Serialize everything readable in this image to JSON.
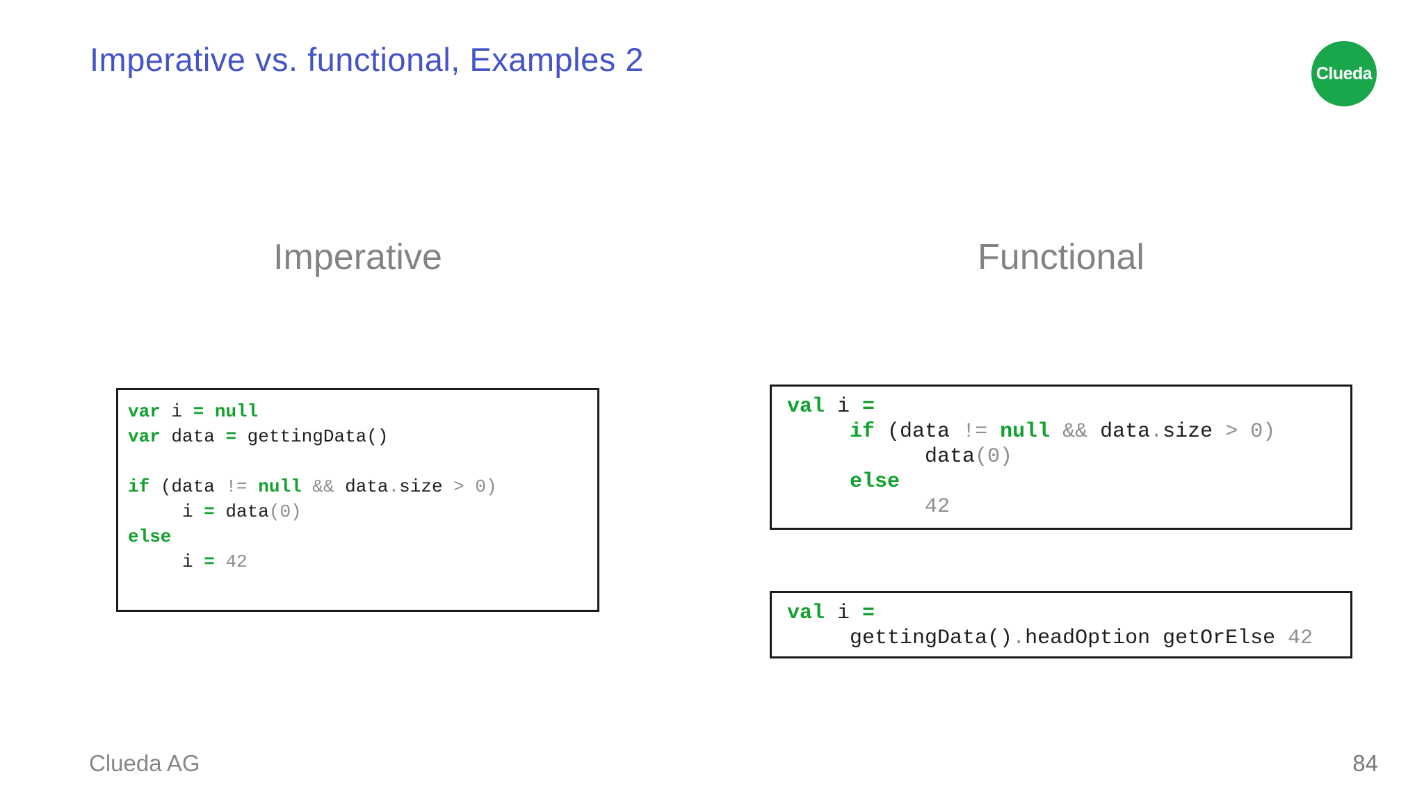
{
  "title": "Imperative vs. functional, Examples 2",
  "logo": {
    "label": "Clueda"
  },
  "colors": {
    "title_blue": "#4454C6",
    "logo_green": "#1AA64B",
    "keyword_green": "#12A12E",
    "operator_gray": "#8E8E8E",
    "code_black": "#1E1E1E",
    "header_gray": "#838383",
    "footer_gray": "#85878A",
    "box_border": "#1b1b1b"
  },
  "columns": [
    {
      "header": "Imperative",
      "boxes": [
        {
          "lines": [
            [
              {
                "c": "k",
                "t": "var"
              },
              {
                "c": "t",
                "t": " i "
              },
              {
                "c": "k",
                "t": "="
              },
              {
                "c": "t",
                "t": " "
              },
              {
                "c": "k",
                "t": "null"
              }
            ],
            [
              {
                "c": "k",
                "t": "var"
              },
              {
                "c": "t",
                "t": " data "
              },
              {
                "c": "k",
                "t": "="
              },
              {
                "c": "t",
                "t": " gettingData()"
              }
            ],
            [],
            [
              {
                "c": "k",
                "t": "if"
              },
              {
                "c": "t",
                "t": " (data "
              },
              {
                "c": "o",
                "t": "!="
              },
              {
                "c": "t",
                "t": " "
              },
              {
                "c": "k",
                "t": "null"
              },
              {
                "c": "t",
                "t": " "
              },
              {
                "c": "o",
                "t": "&&"
              },
              {
                "c": "t",
                "t": " data"
              },
              {
                "c": "o",
                "t": "."
              },
              {
                "c": "t",
                "t": "size "
              },
              {
                "c": "o",
                "t": ">"
              },
              {
                "c": "t",
                "t": " "
              },
              {
                "c": "o",
                "t": "0)"
              }
            ],
            [
              {
                "c": "t",
                "t": "     i "
              },
              {
                "c": "k",
                "t": "="
              },
              {
                "c": "t",
                "t": " data"
              },
              {
                "c": "o",
                "t": "(0)"
              }
            ],
            [
              {
                "c": "k",
                "t": "else"
              }
            ],
            [
              {
                "c": "t",
                "t": "     i "
              },
              {
                "c": "k",
                "t": "="
              },
              {
                "c": "t",
                "t": " "
              },
              {
                "c": "o",
                "t": "42"
              }
            ]
          ]
        }
      ]
    },
    {
      "header": "Functional",
      "boxes": [
        {
          "lines": [
            [
              {
                "c": "k",
                "t": "val"
              },
              {
                "c": "t",
                "t": " i "
              },
              {
                "c": "k",
                "t": "="
              }
            ],
            [
              {
                "c": "t",
                "t": "     "
              },
              {
                "c": "k",
                "t": "if"
              },
              {
                "c": "t",
                "t": " (data "
              },
              {
                "c": "o",
                "t": "!="
              },
              {
                "c": "t",
                "t": " "
              },
              {
                "c": "k",
                "t": "null"
              },
              {
                "c": "t",
                "t": " "
              },
              {
                "c": "o",
                "t": "&&"
              },
              {
                "c": "t",
                "t": " data"
              },
              {
                "c": "o",
                "t": "."
              },
              {
                "c": "t",
                "t": "size "
              },
              {
                "c": "o",
                "t": ">"
              },
              {
                "c": "t",
                "t": " "
              },
              {
                "c": "o",
                "t": "0)"
              }
            ],
            [
              {
                "c": "t",
                "t": "           data"
              },
              {
                "c": "o",
                "t": "(0)"
              }
            ],
            [
              {
                "c": "t",
                "t": "     "
              },
              {
                "c": "k",
                "t": "else"
              }
            ],
            [
              {
                "c": "t",
                "t": "           "
              },
              {
                "c": "o",
                "t": "42"
              }
            ]
          ]
        },
        {
          "lines": [
            [
              {
                "c": "k",
                "t": "val"
              },
              {
                "c": "t",
                "t": " i "
              },
              {
                "c": "k",
                "t": "="
              }
            ],
            [
              {
                "c": "t",
                "t": "     gettingData()"
              },
              {
                "c": "o",
                "t": "."
              },
              {
                "c": "t",
                "t": "headOption getOrElse "
              },
              {
                "c": "o",
                "t": "42"
              }
            ]
          ]
        }
      ]
    }
  ],
  "footer": {
    "company": "Clueda AG",
    "page": "84"
  }
}
